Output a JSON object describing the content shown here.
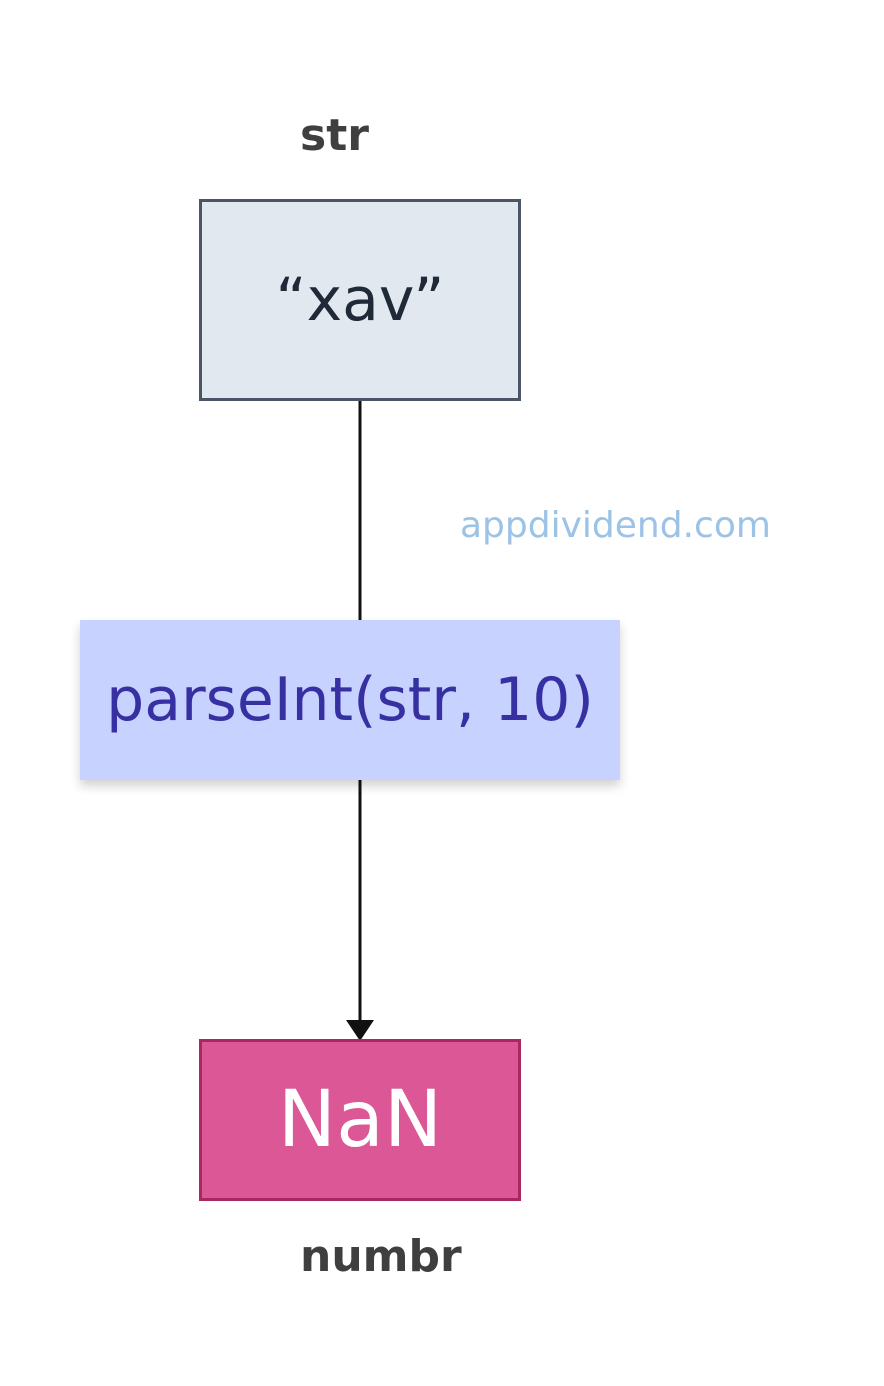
{
  "diagram": {
    "input": {
      "label": "str",
      "value": "“xav”"
    },
    "process": {
      "text": "parseInt(str, 10)"
    },
    "output": {
      "value": "NaN",
      "label": "numbr"
    },
    "watermark": "appdividend.com",
    "colors": {
      "input_fill": "#e2e8f0",
      "input_border": "#4a5565",
      "process_fill": "#c7d2fe",
      "process_text": "#3730a3",
      "output_fill": "#db5796",
      "output_border": "#a8295f",
      "watermark": "#9cc3e6",
      "label": "#3f3f3f",
      "connector": "#111111"
    }
  }
}
